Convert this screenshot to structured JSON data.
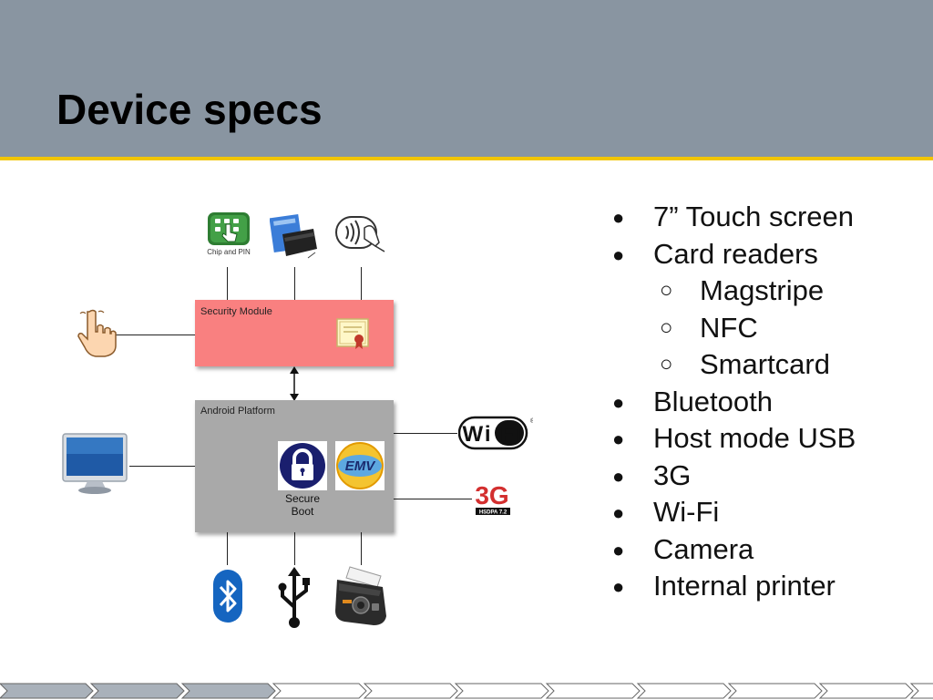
{
  "slide": {
    "title": "Device specs"
  },
  "diagram": {
    "security_module_label": "Security Module",
    "android_platform_label": "Android Platform",
    "secure_boot_label": "Secure\nBoot",
    "chip_and_pin_text": "Chip and PIN",
    "emv_text": "EMV",
    "wifi_text": "Wi Fi",
    "threeg_text": "3G",
    "hsdpa_text": "HSDPA 7.2",
    "colors": {
      "security_module": "#f98080",
      "android_platform": "#a9a9a9",
      "header": "#8995a1",
      "accent": "#f2c500"
    },
    "icons": [
      "chip-and-pin-icon",
      "magstripe-card-icon",
      "contactless-nfc-icon",
      "touch-hand-icon",
      "certificate-icon",
      "monitor-icon",
      "padlock-icon",
      "emv-logo-icon",
      "wifi-logo-icon",
      "3g-logo-icon",
      "bluetooth-icon",
      "usb-icon",
      "printer-icon"
    ]
  },
  "bullets": [
    {
      "level": 1,
      "marker": "●",
      "text": "7” Touch screen"
    },
    {
      "level": 1,
      "marker": "●",
      "text": "Card readers"
    },
    {
      "level": 2,
      "marker": "○",
      "text": "Magstripe"
    },
    {
      "level": 2,
      "marker": "○",
      "text": "NFC"
    },
    {
      "level": 2,
      "marker": "○",
      "text": "Smartcard"
    },
    {
      "level": 1,
      "marker": "●",
      "text": "Bluetooth"
    },
    {
      "level": 1,
      "marker": "●",
      "text": "Host mode USB"
    },
    {
      "level": 1,
      "marker": "●",
      "text": "3G"
    },
    {
      "level": 1,
      "marker": "●",
      "text": "Wi-Fi"
    },
    {
      "level": 1,
      "marker": "●",
      "text": "Camera"
    },
    {
      "level": 1,
      "marker": "●",
      "text": "Internal printer"
    }
  ]
}
